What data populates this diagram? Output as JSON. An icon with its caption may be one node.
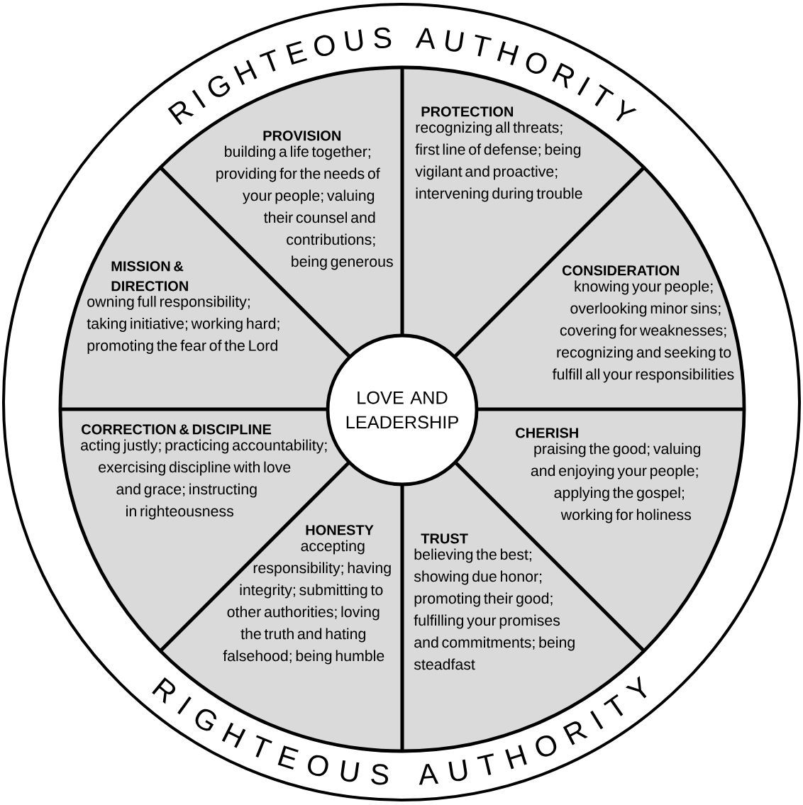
{
  "diagram": {
    "nodes": [
      {
        "text": [
          "RIGHTEOUS AUTHORITY",
          "RIGHTEOUS AUTHORITY"
        ]
      },
      {
        "text": [
          "PROVISION",
          "building a life together; providing for the needs of your people; valuing their counsel and contributions; being generous"
        ],
        "in": 0
      },
      {
        "text": [
          "PROTECTION",
          "recognizing all threats; first line of defense; being vigilant and proactive; intervening during trouble"
        ],
        "in": 0
      },
      {
        "text": [
          "CONSIDERATION",
          "knowing your people; overlooking minor sins; covering for weaknesses; recognizing and seeking to fulfill all your responsibilities"
        ],
        "in": 0
      },
      {
        "text": [
          "CHERISH",
          "praising the good; valuing and enjoying your people; applying the gospel; working for holiness"
        ],
        "in": 0
      },
      {
        "text": [
          "TRUST",
          "believing the best; showing due honor; promoting their good; fulfilling your promises and commitments; being steadfast"
        ],
        "in": 0
      },
      {
        "text": [
          "HONESTY",
          "accepting responsibility; having integrity; submitting to other authorities; loving the truth and hating falsehood; being humble"
        ],
        "in": 0
      },
      {
        "text": [
          "CORRECTION & DISCIPLINE",
          "acting justly; practicing accountability; exercising discipline with love and grace; instructing in righteousness"
        ],
        "in": 0
      },
      {
        "text": [
          "MISSION & DIRECTION",
          "owning full responsibility; taking initiative; working hard; promoting the fear of the Lord"
        ],
        "in": 0
      },
      {
        "text": [
          "LOVE AND LEADERSHIP"
        ],
        "in": 0
      }
    ]
  }
}
